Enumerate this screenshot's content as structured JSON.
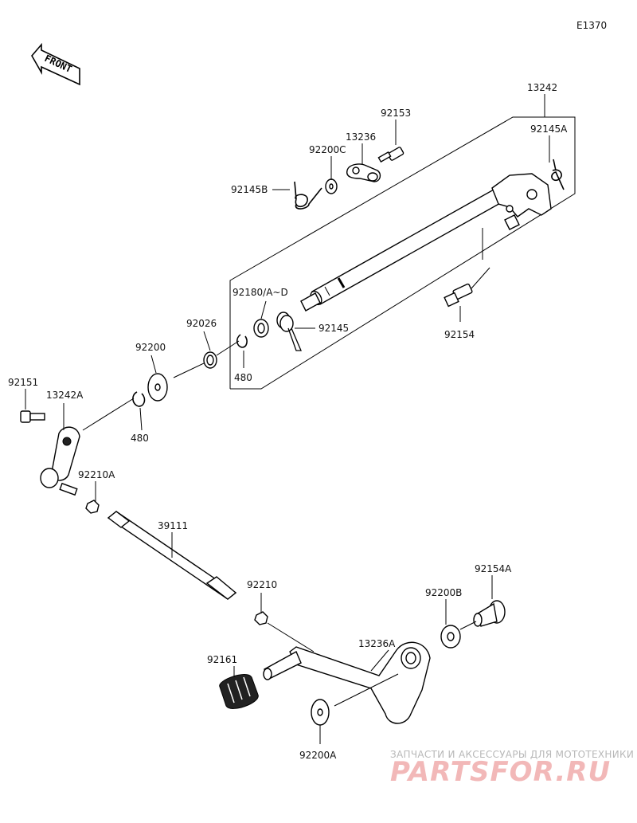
{
  "diagram_code": "E1370",
  "front_label": "FRONT",
  "parts": {
    "p13242": "13242",
    "p92145A": "92145A",
    "p92153": "92153",
    "p13236": "13236",
    "p92200C": "92200C",
    "p92145B": "92145B",
    "p92180": "92180/A~D",
    "p92145": "92145",
    "p92154": "92154",
    "p92026": "92026",
    "p480_upper": "480",
    "p92200": "92200",
    "p480_lower": "480",
    "p92151": "92151",
    "p13242A": "13242A",
    "p92210A": "92210A",
    "p39111": "39111",
    "p92210": "92210",
    "p92154A": "92154A",
    "p92200B": "92200B",
    "p13236A": "13236A",
    "p92161": "92161",
    "p92200A": "92200A"
  },
  "watermark": {
    "line1": "ЗАПЧАСТИ И АКСЕССУАРЫ ДЛЯ МОТОТЕХНИКИ",
    "line2": "PARTSFOR.RU"
  }
}
